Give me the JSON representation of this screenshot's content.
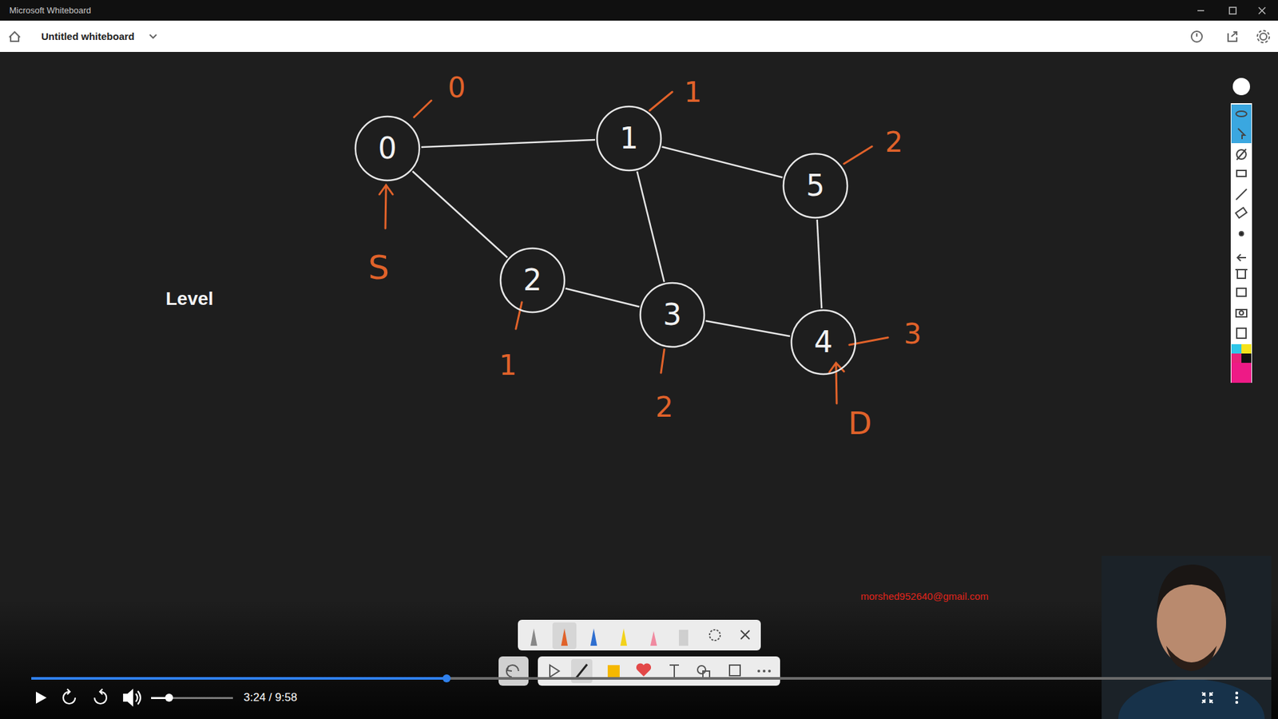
{
  "diagram": {
    "nodes": [
      {
        "text": [
          "0"
        ]
      },
      {
        "text": [
          "1"
        ]
      },
      {
        "text": [
          "5"
        ]
      },
      {
        "text": [
          "2"
        ]
      },
      {
        "text": [
          "3"
        ]
      },
      {
        "text": [
          "4"
        ]
      }
    ],
    "edges": [
      {
        "from": 0,
        "to": 1,
        "arrow": "none"
      },
      {
        "from": 0,
        "to": 3,
        "arrow": "none"
      },
      {
        "from": 1,
        "to": 2,
        "arrow": "none"
      },
      {
        "from": 1,
        "to": 4,
        "arrow": "none"
      },
      {
        "from": 3,
        "to": 4,
        "arrow": "none"
      },
      {
        "from": 2,
        "to": 5,
        "arrow": "none"
      },
      {
        "from": 4,
        "to": 5,
        "arrow": "none"
      }
    ],
    "labels": [
      "Microsoft Whiteboard",
      "Untitled whiteboard",
      "0",
      "1",
      "2",
      "3",
      "S",
      "1",
      "2",
      "D",
      "Level",
      "morshed952640@gmail.com",
      "3:24 / 9:58"
    ]
  }
}
